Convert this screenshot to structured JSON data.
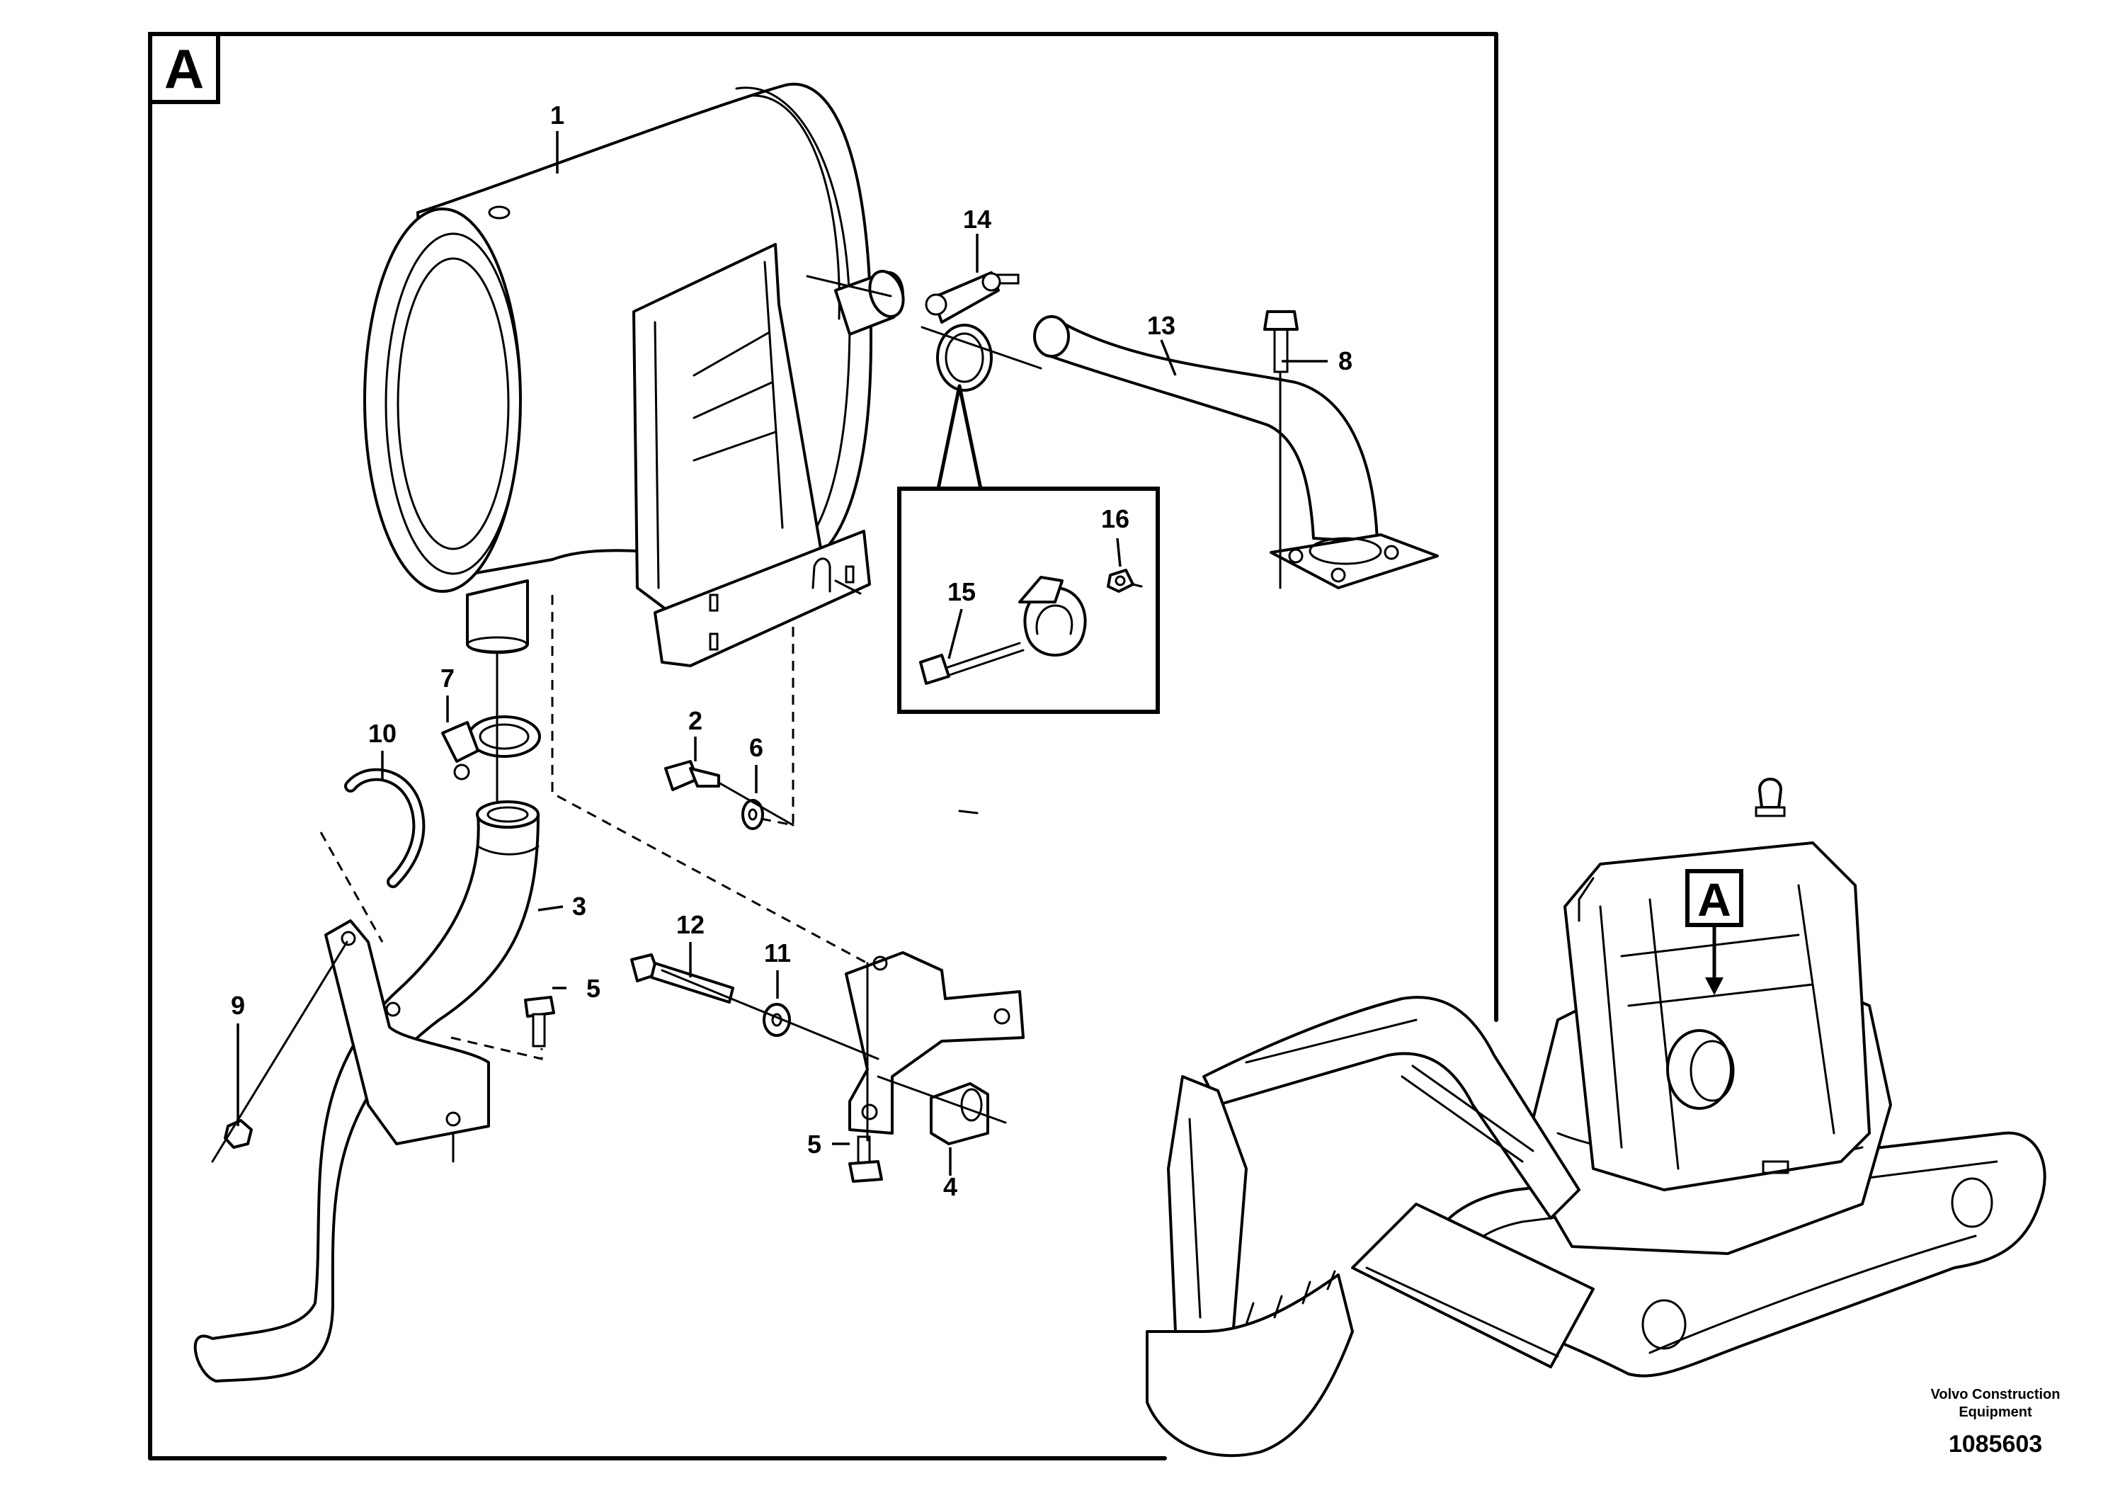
{
  "frame_label": "A",
  "excavator_callout_label": "A",
  "part_labels": {
    "p1": "1",
    "p2": "2",
    "p3": "3",
    "p4": "4",
    "p5a": "5",
    "p5b": "5",
    "p6": "6",
    "p7": "7",
    "p8": "8",
    "p9": "9",
    "p10": "10",
    "p11": "11",
    "p12": "12",
    "p13": "13",
    "p14": "14",
    "p15": "15",
    "p16": "16"
  },
  "publisher": {
    "line1": "Volvo Construction",
    "line2": "Equipment"
  },
  "drawing_number": "1085603"
}
